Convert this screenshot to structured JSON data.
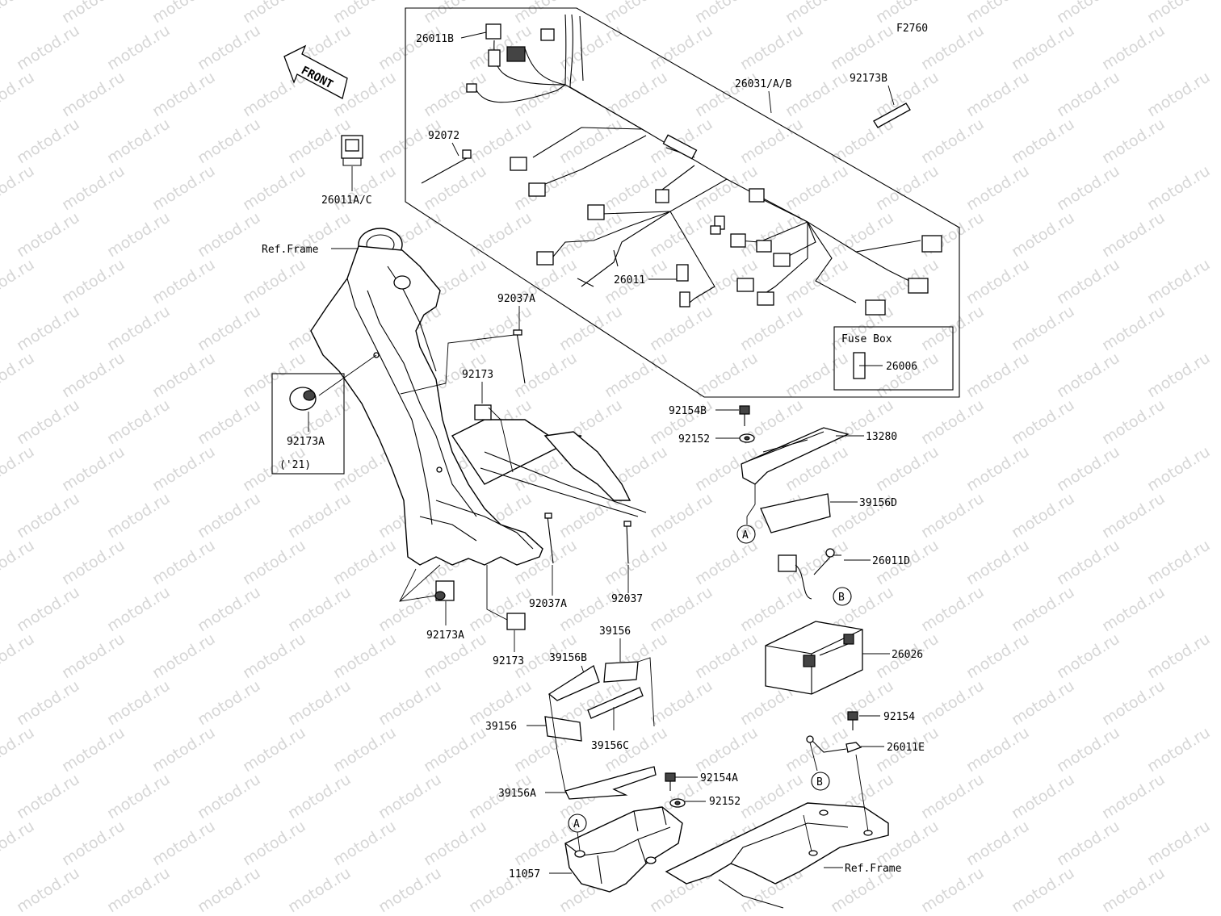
{
  "figure_code": "F2760",
  "watermark_text": "motod.ru",
  "front_arrow_label": "FRONT",
  "ref_frame_label": "Ref.Frame",
  "year_note": "('21)",
  "fuse_box": {
    "title": "Fuse Box",
    "part": "26006"
  },
  "callouts": {
    "c26011B": "26011B",
    "c26031AB": "26031/A/B",
    "c92173B": "92173B",
    "c92072": "92072",
    "c26011AC": "26011A/C",
    "c26011": "26011",
    "c92037A_top": "92037A",
    "c92173_top": "92173",
    "c92173A_left": "92173A",
    "c92154B": "92154B",
    "c92152_top": "92152",
    "c13280": "13280",
    "c39156D": "39156D",
    "c26011D": "26011D",
    "c26026": "26026",
    "c92037A_bot": "92037A",
    "c92037": "92037",
    "c92173A_bot": "92173A",
    "c92173_bot": "92173",
    "c39156_top": "39156",
    "c39156B": "39156B",
    "c39156_left": "39156",
    "c39156C": "39156C",
    "c92154": "92154",
    "c26011E": "26011E",
    "c92154A": "92154A",
    "c39156A": "39156A",
    "c92152_bot": "92152",
    "c11057": "11057",
    "c_ref_frame_bot": "Ref.Frame"
  },
  "ref_markers": {
    "a": "A",
    "b": "B"
  }
}
